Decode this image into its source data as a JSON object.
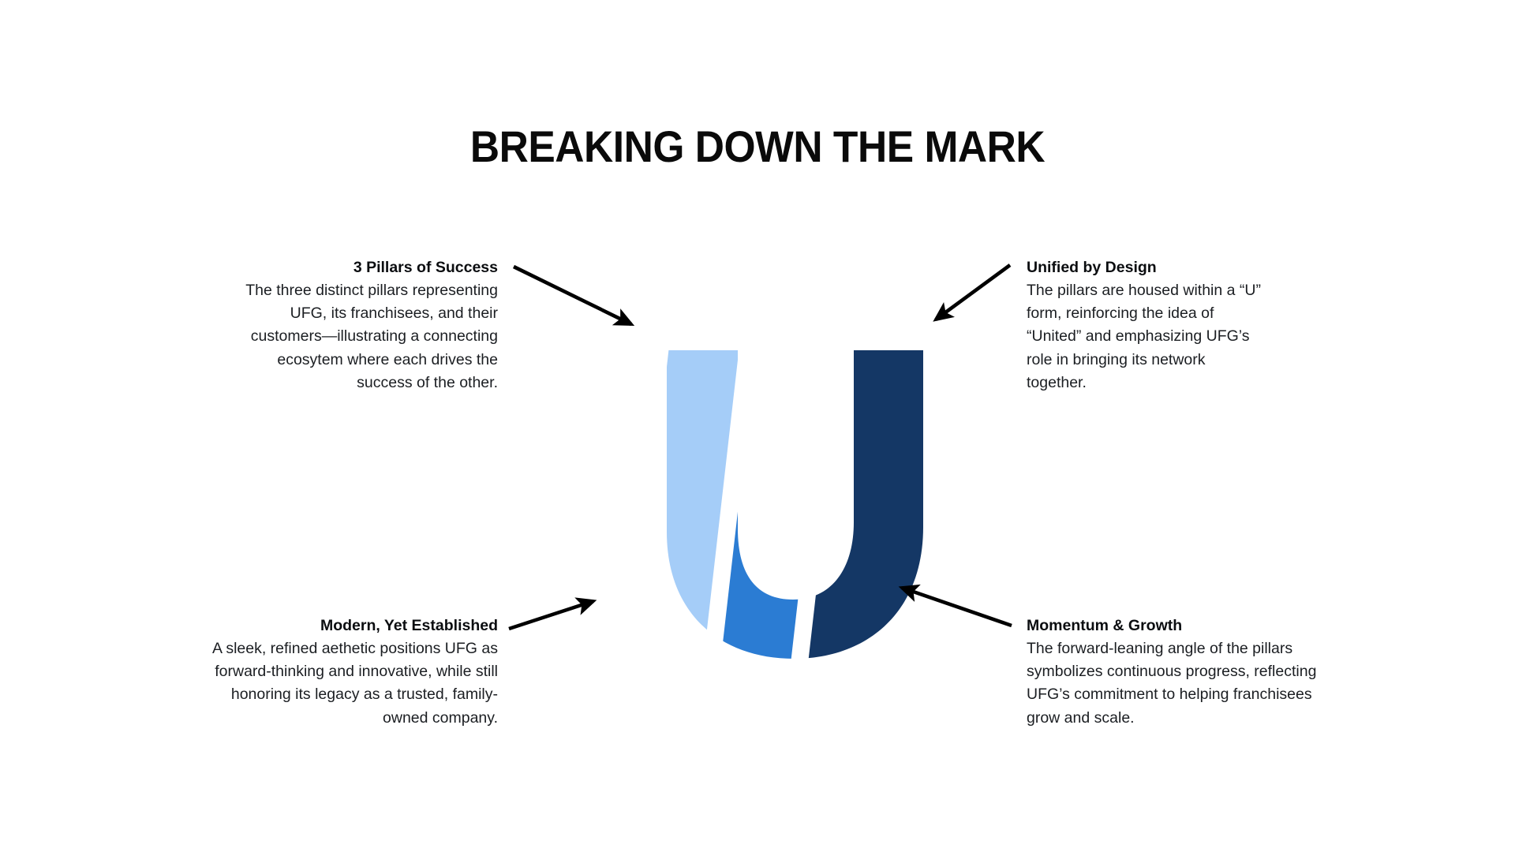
{
  "slide": {
    "background_color": "#ffffff",
    "title": "BREAKING DOWN THE MARK"
  },
  "notes": [
    {
      "id": "pillars",
      "position": "top-left",
      "align": "right",
      "title": "3 Pillars of Success",
      "body": "The three distinct pillars representing UFG, its franchisees, and their customers—illustrating a connecting ecosytem where each drives the success of the other."
    },
    {
      "id": "unified",
      "position": "top-right",
      "align": "left",
      "title": "Unified by Design",
      "body": "The pillars are housed within a “U” form, reinforcing the idea of “United” and emphasizing UFG’s role in bringing its network together."
    },
    {
      "id": "modern",
      "position": "bottom-left",
      "align": "right",
      "title": "Modern, Yet Established",
      "body": "A sleek, refined aethetic positions UFG as forward-thinking and innovative, while still honoring its legacy as a trusted, family-owned company."
    },
    {
      "id": "momentum",
      "position": "bottom-right",
      "align": "left",
      "title": "Momentum & Growth",
      "body": "The forward-leaning angle of the pillars symbolizes continuous progress, reflecting UFG’s commitment to helping franchisees grow and scale."
    }
  ],
  "arrows": [
    {
      "id": "arrow-to-mark-top-left",
      "icon": "arrow-icon",
      "direction": "down-right",
      "color": "#000000"
    },
    {
      "id": "arrow-to-mark-top-right",
      "icon": "arrow-icon",
      "direction": "down-left",
      "color": "#000000"
    },
    {
      "id": "arrow-to-mark-bottom-left",
      "icon": "arrow-icon",
      "direction": "up-right",
      "color": "#000000"
    },
    {
      "id": "arrow-to-mark-bottom-right",
      "icon": "arrow-icon",
      "direction": "up-left",
      "color": "#000000"
    }
  ],
  "mark": {
    "name": "ufg-logo-mark",
    "description": "U-shaped mark built from three forward-leaning pillars",
    "pillars": [
      {
        "label": "pillar-light",
        "color": "#A5CDF8"
      },
      {
        "label": "pillar-medium",
        "color": "#2B7CD3"
      },
      {
        "label": "pillar-dark",
        "color": "#143765"
      }
    ]
  }
}
